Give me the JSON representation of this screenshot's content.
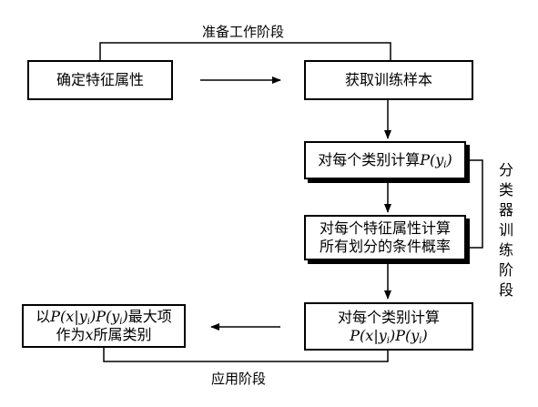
{
  "title": "准备工作阶段",
  "bottom_label": "应用阶段",
  "side_label": [
    "分",
    "类",
    "器",
    "训",
    "练",
    "阶",
    "段"
  ],
  "boxes": {
    "determine_features": "确定特征属性",
    "get_samples": "获取训练样本",
    "calc_prior": {
      "prefix": "对每个类别计算",
      "formula_main": "P(y",
      "formula_sub": "i",
      "formula_end": ")"
    },
    "calc_conditional": {
      "line1": "对每个特征属性计算",
      "line2": "所有划分的条件概率"
    },
    "calc_posterior": {
      "line1": "对每个类别计算",
      "f1": "P(x|y",
      "f1_sub": "i",
      "f2": ")P(y",
      "f2_sub": "i",
      "f3": ")"
    },
    "result": {
      "pre": "以",
      "f1": "P(x|y",
      "f1_sub": "i",
      "f2": ")P(y",
      "f2_sub": "i",
      "f3": ")",
      "post": "最大项",
      "line2_pre": "作为",
      "line2_var": "x",
      "line2_post": "所属类别"
    }
  }
}
